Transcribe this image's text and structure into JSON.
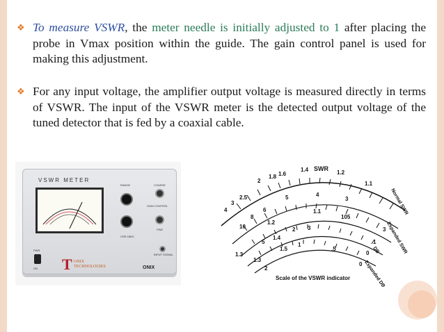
{
  "paragraph1": {
    "lead": "To measure VSWR",
    "mid": ", the ",
    "highlight": "meter needle is initially adjusted to 1",
    "rest": " after placing the probe in Vmax position within the guide. The gain control panel is used for making this adjustment."
  },
  "paragraph2": {
    "text": "For any input voltage, the amplifier output voltage is measured directly in terms of VSWR. The input of the VSWR meter is the detected output voltage of the tuned detector that is fed by a coaxial cable."
  },
  "meter_photo": {
    "title": "VSWR METER",
    "logo_mark": "T",
    "logo_line1": "ONIX",
    "logo_line2": "TECHNOLOGIES",
    "brand": "ONIX",
    "label_range": "RANGE",
    "label_coarse": "COARSE",
    "label_gain": "GAIN CONTROL",
    "label_fine": "FINE",
    "label_input": "INPUT SIGNAL",
    "label_power": "PWR",
    "label_on": "ON",
    "label_freq": "CRR DB/D"
  },
  "scale": {
    "swr_label": "SWR",
    "caption": "Scale of the VSWR indicator",
    "top_numbers": [
      "1.6",
      "1.4",
      "1.2",
      "2",
      "1.8"
    ],
    "top_right": "1.1",
    "left_numbers": [
      "4",
      "3",
      "2.5"
    ],
    "row2": [
      "5",
      "4",
      "3"
    ],
    "row2_left": [
      "8",
      "6"
    ],
    "row3": [
      "1.1",
      "105"
    ],
    "row3_left": [
      "10",
      "1.2"
    ],
    "row4": [
      "3",
      "2",
      "1.4",
      "1.3",
      "1.5",
      "1",
      "5"
    ],
    "row5": [
      "2",
      "1.3",
      ".5"
    ],
    "right_labels": [
      "Normal SWR",
      "Expanded SWR",
      "DB",
      "Expanded DB"
    ],
    "right_zeros": [
      "0",
      "0",
      "1",
      "3"
    ]
  },
  "colors": {
    "accent_bullet": "#e27d2c",
    "italic_blue": "#2e4fa0",
    "highlight_green": "#2c7c5a",
    "frame": "#f3d9c8"
  }
}
